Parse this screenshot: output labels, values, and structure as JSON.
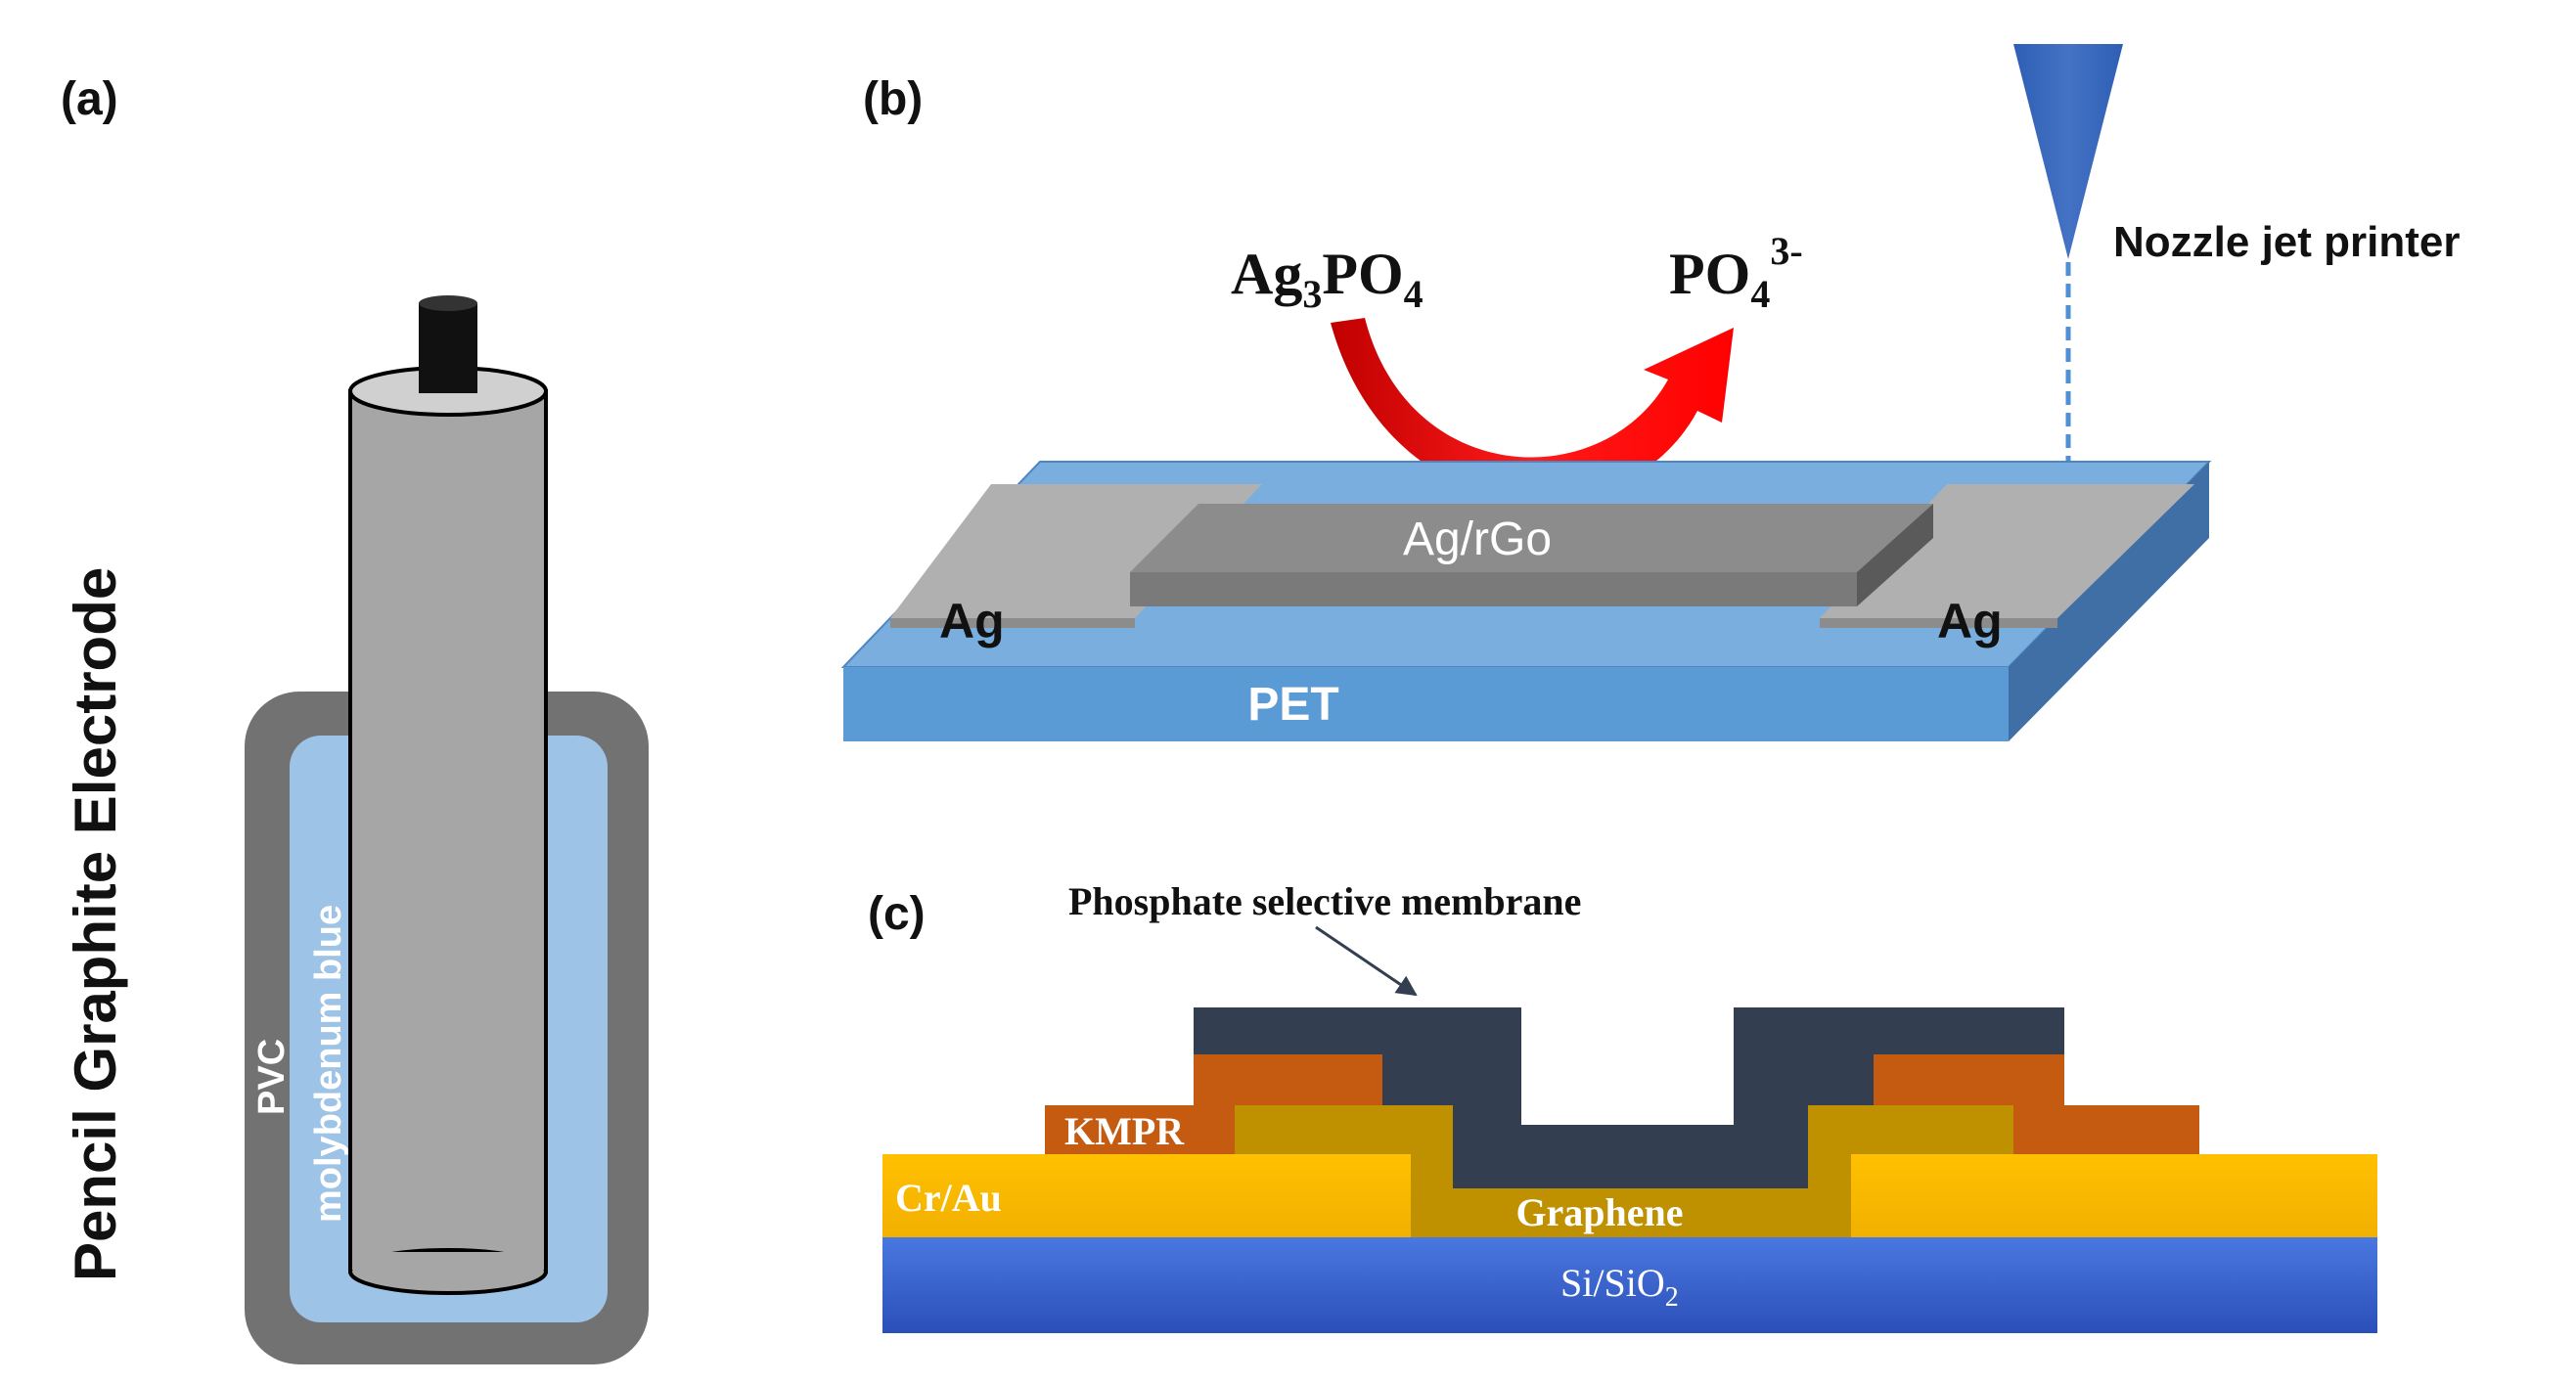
{
  "panel_a": {
    "label": "(a)",
    "title": "Pencil Graphite Electrode",
    "pvc_label": "PVC",
    "coating_label": "molybdenum blue"
  },
  "panel_b": {
    "label": "(b)",
    "reactant": {
      "base": "Ag",
      "sub1": "3",
      "mid": "PO",
      "sub2": "4"
    },
    "product": {
      "base": "PO",
      "sub": "4",
      "sup": "3-"
    },
    "nozzle_label": "Nozzle jet printer",
    "channel_label": "Ag/rGo",
    "left_contact": "Ag",
    "right_contact": "Ag",
    "substrate_label": "PET"
  },
  "panel_c": {
    "label": "(c)",
    "membrane_label": "Phosphate selective membrane",
    "kmpr_label": "KMPR",
    "electrode_label": "Cr/Au",
    "graphene_label": "Graphene",
    "substrate": {
      "base": "Si/SiO",
      "sub": "2"
    }
  },
  "colors": {
    "pvc_gray": "#727272",
    "molybdenum_blue": "#9dc3e6",
    "electrode_gray": "#a6a6a6",
    "pet_blue": "#5b9bd5",
    "nozzle_blue": "#4472c4",
    "arrow_red": "#ff0000",
    "membrane_dark": "#333f50",
    "kmpr_orange": "#c55a11",
    "gold": "#ffc000",
    "graphene_gold": "#bf9000",
    "si_blue": "#2f55c7"
  }
}
